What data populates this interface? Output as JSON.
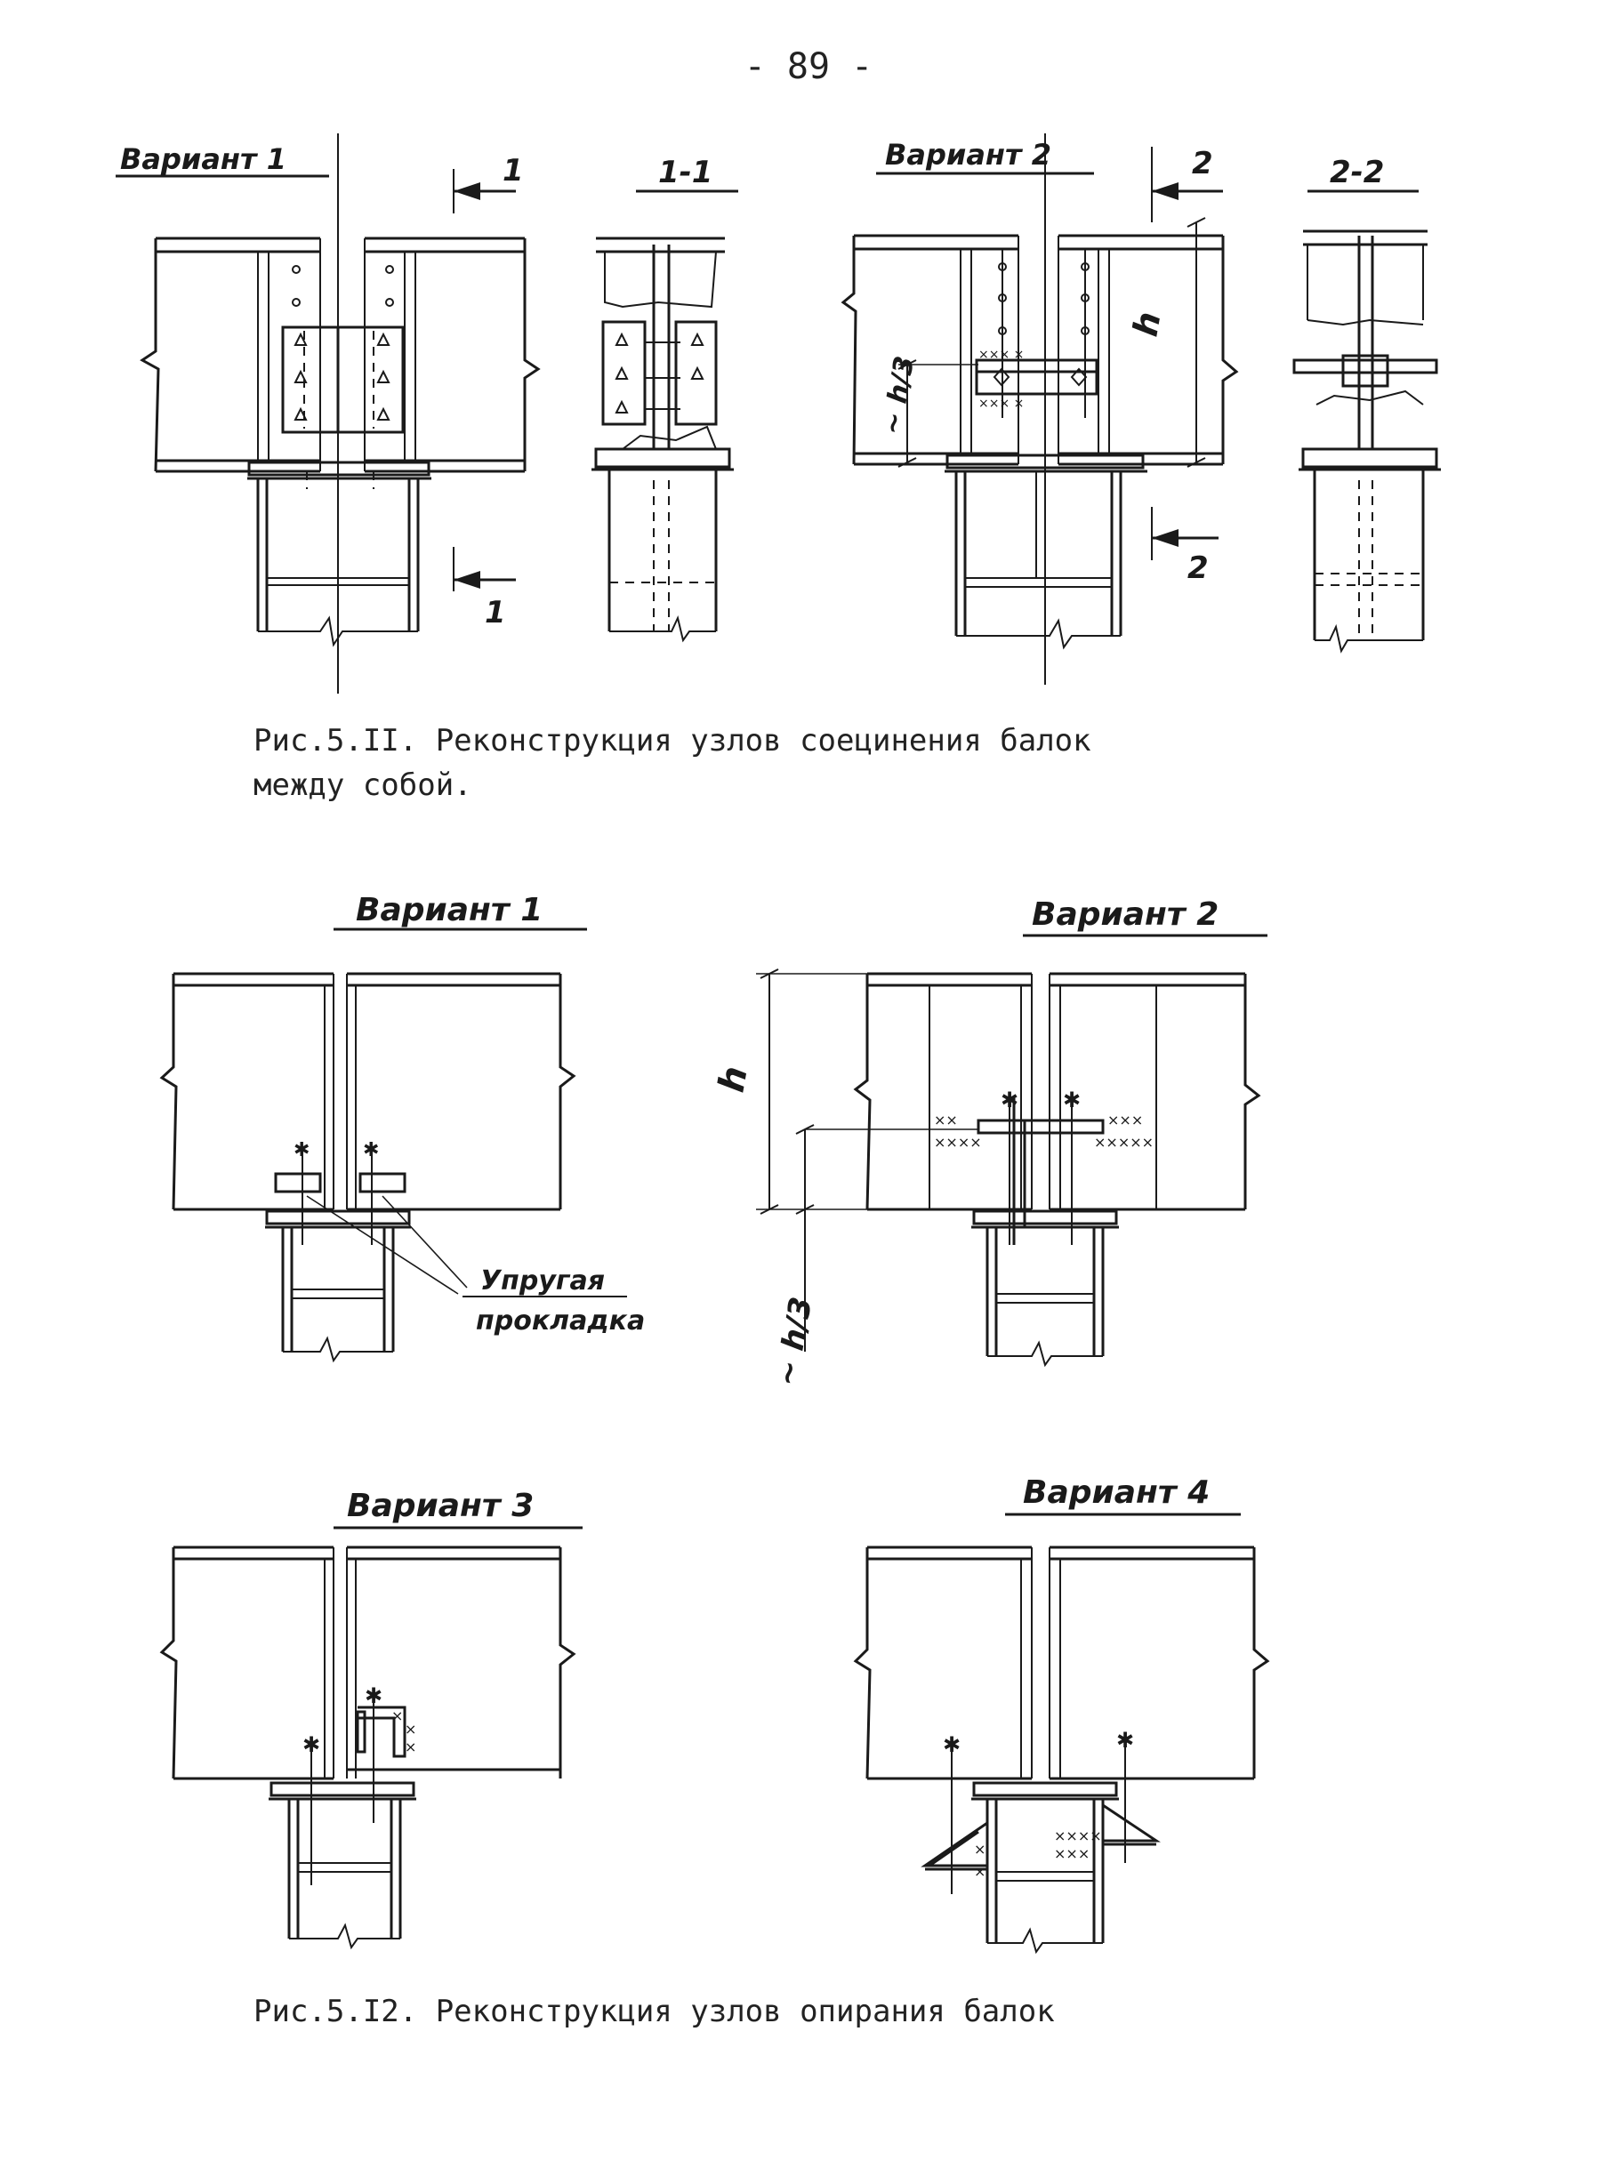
{
  "page_number": "- 89 -",
  "figure_1": {
    "caption_line1": "Рис.5.II. Реконструкция узлов соецинения балок",
    "caption_line2": "между собой.",
    "variant1_label": "Вариант 1",
    "variant2_label": "Вариант 2",
    "section1_label": "1-1",
    "section2_label": "2-2",
    "cut1_mark": "1",
    "cut2_mark": "2",
    "dim_h": "h",
    "dim_h3": "~ h/3"
  },
  "figure_2": {
    "caption": "Рис.5.I2. Реконструкция узлов опирания балок",
    "variant1_label": "Вариант 1",
    "variant2_label": "Вариант 2",
    "variant3_label": "Вариант 3",
    "variant4_label": "Вариант 4",
    "gasket_label_line1": "Упругая",
    "gasket_label_line2": "прокладка",
    "dim_h": "h",
    "dim_h3": "~ h/3"
  }
}
